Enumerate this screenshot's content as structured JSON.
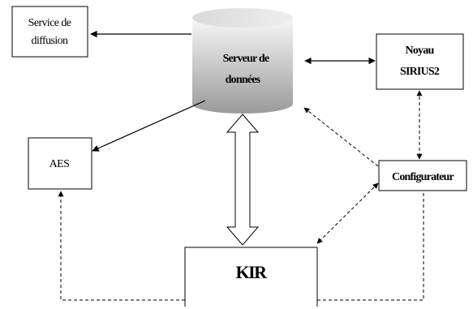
{
  "nodes": {
    "service_diffusion": {
      "line1": "Service de",
      "line2": "diffusion"
    },
    "serveur_donnees": {
      "line1": "Serveur de",
      "line2": "données"
    },
    "noyau_sirius": {
      "line1": "Noyau",
      "line2": "SIRIUS2"
    },
    "aes": {
      "label": "AES"
    },
    "configurateur": {
      "label": "Configurateur"
    },
    "kir": {
      "label": "KIR"
    }
  },
  "colors": {
    "cylinder_light": "#f2f2f2",
    "cylinder_dark": "#9a9a9a",
    "stroke": "#000000"
  }
}
